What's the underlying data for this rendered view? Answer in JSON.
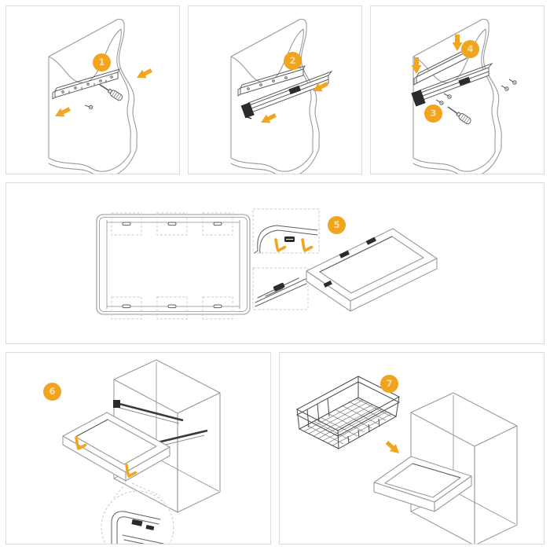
{
  "document": {
    "kind": "furniture-assembly-instruction-sheet",
    "subject": "pull-out wire basket drawer installation",
    "visible_text": [
      "1",
      "2",
      "3",
      "4",
      "5",
      "6",
      "7"
    ]
  },
  "colors": {
    "background": "#FFFFFF",
    "panel_border": "#DBDBDB",
    "accent_orange": "#F2A51F",
    "badge_fill": "#F1A41F",
    "badge_number_text": "#FADFA2",
    "line_gray": "#9A9A9A",
    "hardware_dark": "#2B2B2B"
  },
  "steps": [
    {
      "number": "1"
    },
    {
      "number": "2"
    },
    {
      "number": "3"
    },
    {
      "number": "4"
    },
    {
      "number": "5"
    },
    {
      "number": "6"
    },
    {
      "number": "7"
    }
  ],
  "panels": [
    {
      "id": "panel-step-1",
      "position": "top-left",
      "badges": [
        "1"
      ],
      "illustration": "mounting-bracket-on-cabinet-side-with-screwdriver"
    },
    {
      "id": "panel-step-2",
      "position": "top-center",
      "badges": [
        "2"
      ],
      "illustration": "slide-rail-hooked-onto-mounting-bracket"
    },
    {
      "id": "panel-steps-3-4",
      "position": "top-right",
      "badges": [
        "4",
        "3"
      ],
      "illustration": "screwing-rail-and-placing-cover-profile"
    },
    {
      "id": "panel-step-5",
      "position": "middle-full-width",
      "badges": [
        "5"
      ],
      "illustration": "frame-top-view-clip-positions-and-frame-3d"
    },
    {
      "id": "panel-step-6",
      "position": "bottom-left",
      "badges": [
        "6"
      ],
      "illustration": "frame-mounted-on-extended-slides-with-corner-detail"
    },
    {
      "id": "panel-step-7",
      "position": "bottom-right",
      "badges": [
        "7"
      ],
      "illustration": "wire-basket-dropped-into-pull-out-frame"
    }
  ]
}
